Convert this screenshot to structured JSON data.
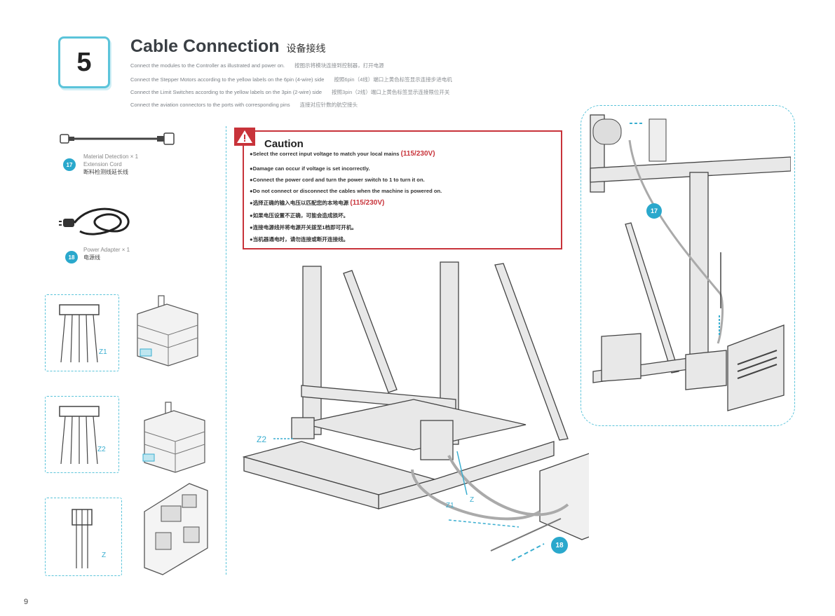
{
  "step": {
    "number": "5"
  },
  "header": {
    "title": "Cable Connection",
    "title_cn": "设备接线",
    "instructions": [
      {
        "en": "Connect the modules to the Controller as illustrated and power on.",
        "cn": "按图示将模块连接到控制器，打开电源"
      },
      {
        "en": "Connect the Stepper Motors according to the yellow labels on the 6pin (4-wire) side",
        "cn": "按照6pin（4线）端口上黄色标签显示连接步进电机"
      },
      {
        "en": "Connect the Limit Switches according to the yellow labels on the 3pin (2-wire) side",
        "cn": "按照3pin（2线）端口上黄色标签显示连接限位开关"
      },
      {
        "en": "Connect the aviation connectors to the ports with corresponding pins",
        "cn": "连接对应针数的航空接头"
      }
    ]
  },
  "parts": [
    {
      "badge": "17",
      "name": "Material Detection",
      "qty": "× 1",
      "name2": "Extension Cord",
      "cn": "断料检测线延长线"
    },
    {
      "badge": "18",
      "name": "Power Adapter",
      "qty": "× 1",
      "name2": "",
      "cn": "电源线"
    }
  ],
  "connectors": [
    {
      "label": "Z1"
    },
    {
      "label": "Z2"
    },
    {
      "label": "Z"
    }
  ],
  "caution": {
    "title": "Caution",
    "lines": [
      {
        "text": "●Select the correct input voltage to match your local mains",
        "highlight": "(115/230V)"
      },
      {
        "text": "●Damage can occur if voltage is set incorrectly.",
        "highlight": ""
      },
      {
        "text": "●Connect the power cord and turn the power switch to 1 to turn it on.",
        "highlight": ""
      },
      {
        "text": "●Do not connect or disconnect the cables when the machine is powered on.",
        "highlight": ""
      },
      {
        "text": "●选择正确的输入电压以匹配您的本地电源",
        "highlight": "(115/230V)"
      },
      {
        "text": "●如果电压设置不正确，可能会造成损坏。",
        "highlight": ""
      },
      {
        "text": "●连接电源线并将电源开关拨至1档即可开机。",
        "highlight": ""
      },
      {
        "text": "●当机器通电时，请勿连接或断开连接线。",
        "highlight": ""
      }
    ]
  },
  "diagram_labels": {
    "z2": "Z2",
    "z1": "Z1",
    "z": "Z",
    "badge_power": "18",
    "badge_detect": "17"
  },
  "page": {
    "number": "9"
  },
  "colors": {
    "accent": "#5bc4da",
    "badge": "#2aa8cc",
    "caution_red": "#c8333a"
  }
}
